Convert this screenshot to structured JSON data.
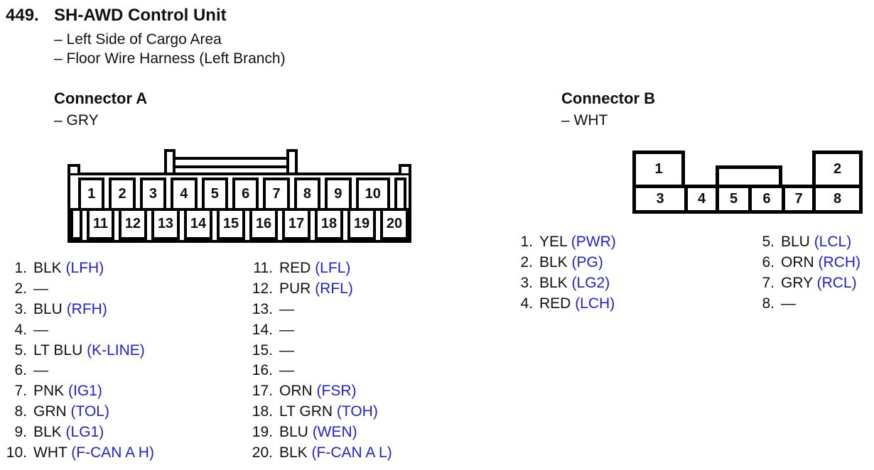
{
  "page": {
    "number": "449.",
    "title": "SH-AWD Control Unit",
    "subtitles": [
      "– Left Side of Cargo Area",
      "– Floor Wire Harness (Left Branch)"
    ]
  },
  "colors": {
    "signal_blue": "#2222cc",
    "text_black": "#111111",
    "diagram_line": "#000000"
  },
  "connectorA": {
    "heading": "Connector A",
    "color_label": "– GRY",
    "top_row_pins": [
      "1",
      "2",
      "3",
      "4",
      "5",
      "6",
      "7",
      "8",
      "9",
      "10"
    ],
    "bottom_row_pins": [
      "11",
      "12",
      "13",
      "14",
      "15",
      "16",
      "17",
      "18",
      "19",
      "20"
    ],
    "pins": [
      {
        "num": "1.",
        "color": "BLK",
        "signal": "(LFH)"
      },
      {
        "num": "2.",
        "color": "—",
        "signal": ""
      },
      {
        "num": "3.",
        "color": "BLU",
        "signal": "(RFH)"
      },
      {
        "num": "4.",
        "color": "—",
        "signal": ""
      },
      {
        "num": "5.",
        "color": "LT BLU",
        "signal": "(K-LINE)"
      },
      {
        "num": "6.",
        "color": "—",
        "signal": ""
      },
      {
        "num": "7.",
        "color": "PNK",
        "signal": "(IG1)"
      },
      {
        "num": "8.",
        "color": "GRN",
        "signal": "(TOL)"
      },
      {
        "num": "9.",
        "color": "BLK",
        "signal": "(LG1)"
      },
      {
        "num": "10.",
        "color": "WHT",
        "signal": "(F-CAN A H)"
      },
      {
        "num": "11.",
        "color": "RED",
        "signal": "(LFL)"
      },
      {
        "num": "12.",
        "color": "PUR",
        "signal": "(RFL)"
      },
      {
        "num": "13.",
        "color": "—",
        "signal": ""
      },
      {
        "num": "14.",
        "color": "—",
        "signal": ""
      },
      {
        "num": "15.",
        "color": "—",
        "signal": ""
      },
      {
        "num": "16.",
        "color": "—",
        "signal": ""
      },
      {
        "num": "17.",
        "color": "ORN",
        "signal": "(FSR)"
      },
      {
        "num": "18.",
        "color": "LT GRN",
        "signal": "(TOH)"
      },
      {
        "num": "19.",
        "color": "BLU",
        "signal": "(WEN)"
      },
      {
        "num": "20.",
        "color": "BLK",
        "signal": "(F-CAN A L)"
      }
    ]
  },
  "connectorB": {
    "heading": "Connector B",
    "color_label": "– WHT",
    "top_left_pin": "1",
    "top_right_pin": "2",
    "bottom_row_pins": [
      "3",
      "4",
      "5",
      "6",
      "7",
      "8"
    ],
    "pins": [
      {
        "num": "1.",
        "color": "YEL",
        "signal": "(PWR)"
      },
      {
        "num": "2.",
        "color": "BLK",
        "signal": "(PG)"
      },
      {
        "num": "3.",
        "color": "BLK",
        "signal": "(LG2)"
      },
      {
        "num": "4.",
        "color": "RED",
        "signal": "(LCH)"
      },
      {
        "num": "5.",
        "color": "BLU",
        "signal": "(LCL)"
      },
      {
        "num": "6.",
        "color": "ORN",
        "signal": "(RCH)"
      },
      {
        "num": "7.",
        "color": "GRY",
        "signal": "(RCL)"
      },
      {
        "num": "8.",
        "color": "—",
        "signal": ""
      }
    ]
  }
}
